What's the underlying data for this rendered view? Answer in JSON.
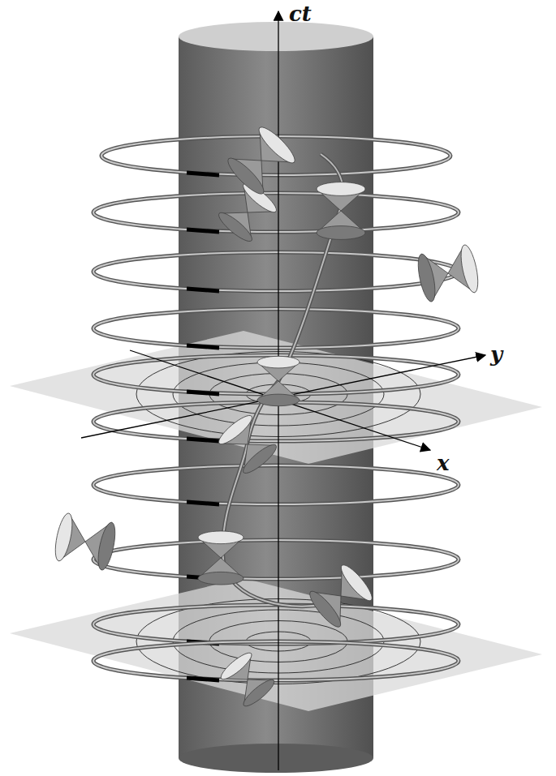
{
  "diagram": {
    "labels": [
      "ct",
      "y",
      "x"
    ]
  }
}
